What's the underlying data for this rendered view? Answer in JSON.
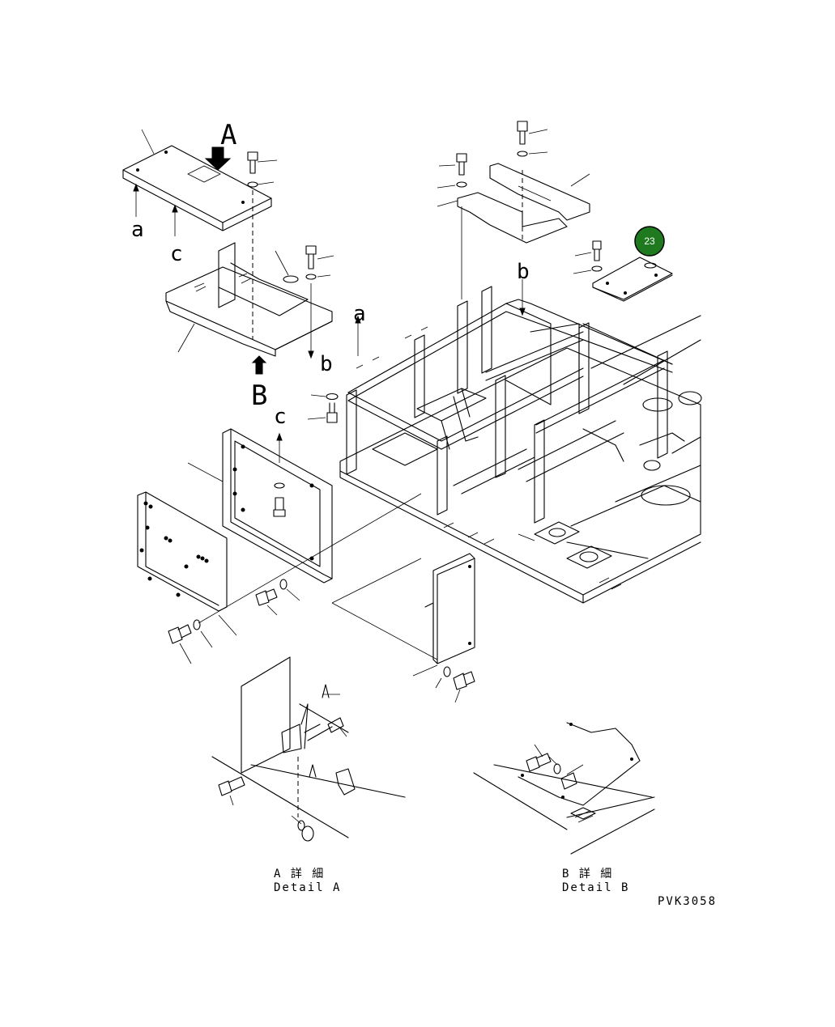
{
  "view_labels": {
    "view_a": "A",
    "view_b": "B"
  },
  "connectors": {
    "a_left": "a",
    "c_left": "c",
    "b_center": "b",
    "a_center": "a",
    "c_center": "c",
    "b_right": "b"
  },
  "callout": {
    "number": "23",
    "fill": "#1f7a1f",
    "ring": "#000000"
  },
  "detail_a": {
    "jp": "A 詳 細",
    "en": "Detail A"
  },
  "detail_b": {
    "jp": "B 詳 細",
    "en": "Detail B"
  },
  "drawing_code": "PVK3058"
}
